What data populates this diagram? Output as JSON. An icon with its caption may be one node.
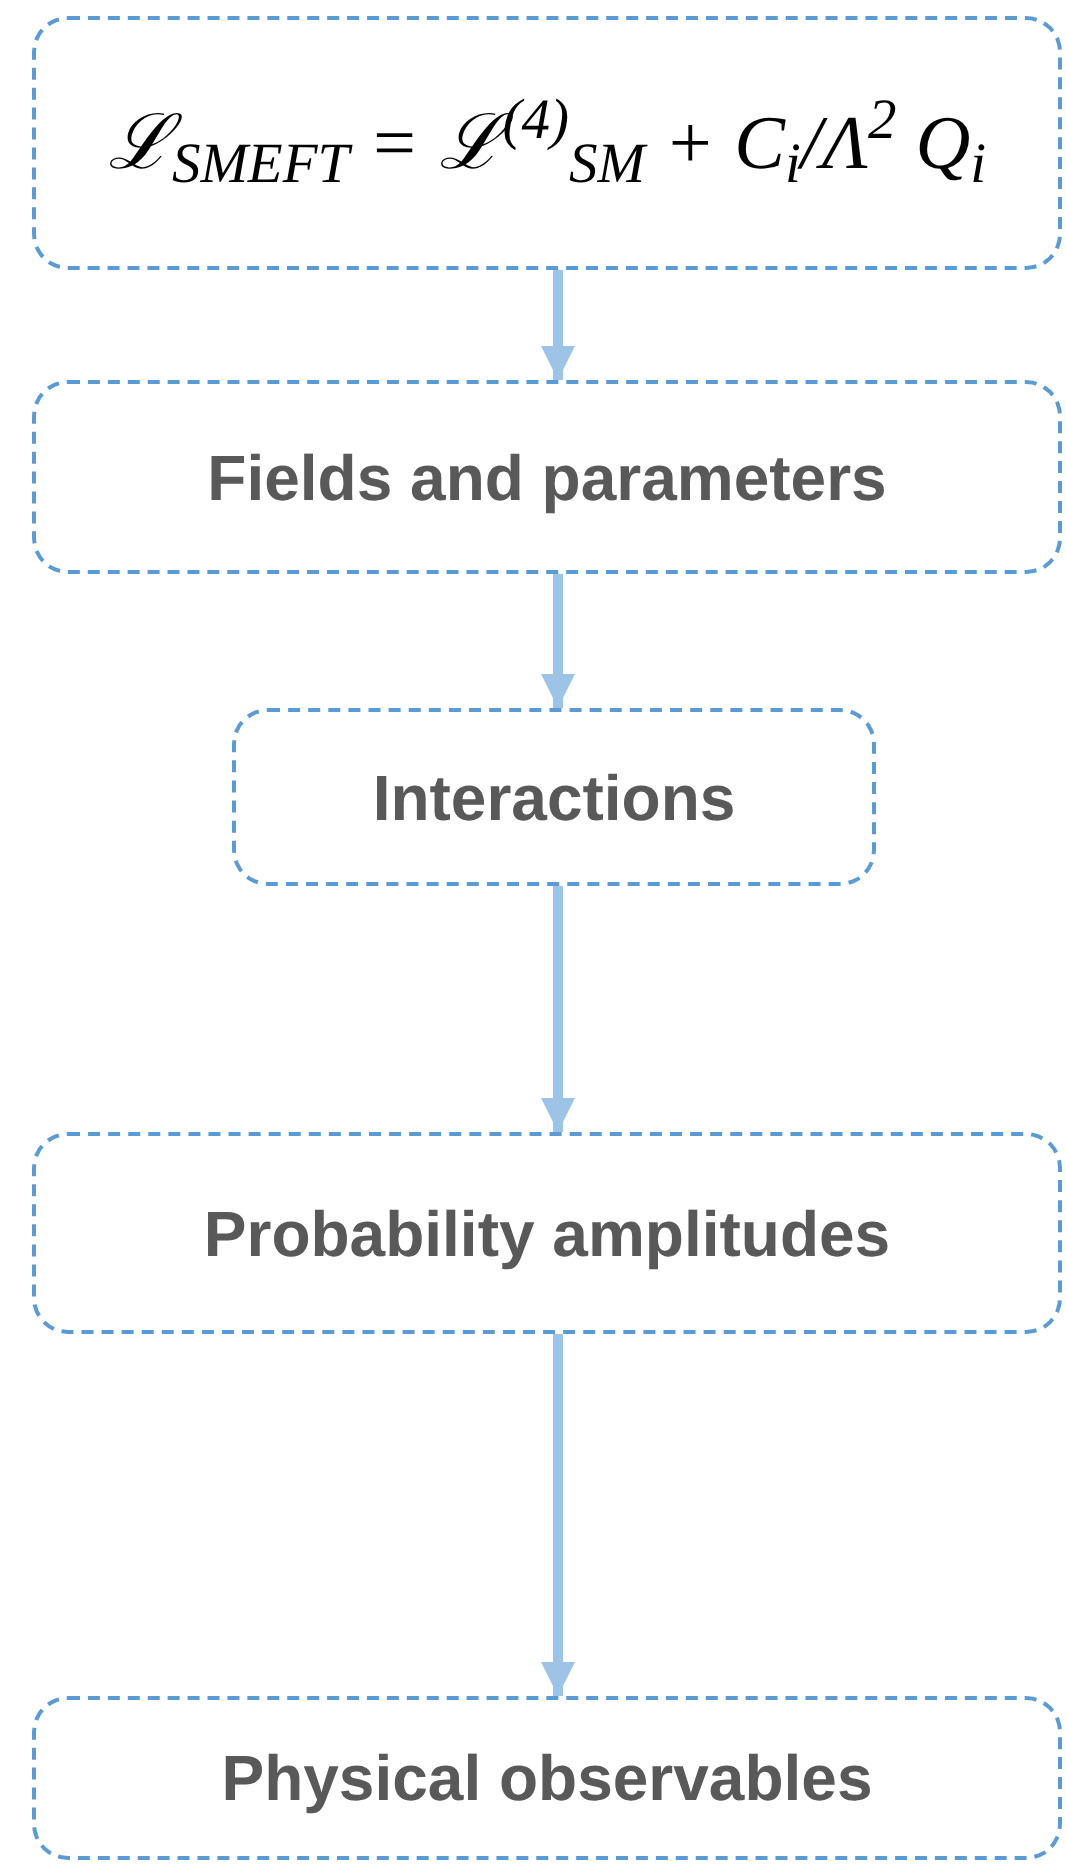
{
  "diagram": {
    "nodes": [
      {
        "text": [
          "ℒ$_{SMEFT}$ = ℒ$^{(4)}$$_{SM}$ + C$_{i}$/Λ$^{2}$ Q$_{i}$"
        ]
      },
      {
        "text": [
          "Fields and parameters"
        ]
      },
      {
        "text": [
          "Interactions"
        ]
      },
      {
        "text": [
          "Probability amplitudes"
        ]
      },
      {
        "text": [
          "Physical observables"
        ]
      }
    ],
    "edges": [
      {
        "from": 0,
        "to": 1,
        "arrow": "to"
      },
      {
        "from": 1,
        "to": 2,
        "arrow": "to"
      },
      {
        "from": 2,
        "to": 3,
        "arrow": "to"
      },
      {
        "from": 3,
        "to": 4,
        "arrow": "to"
      }
    ]
  }
}
